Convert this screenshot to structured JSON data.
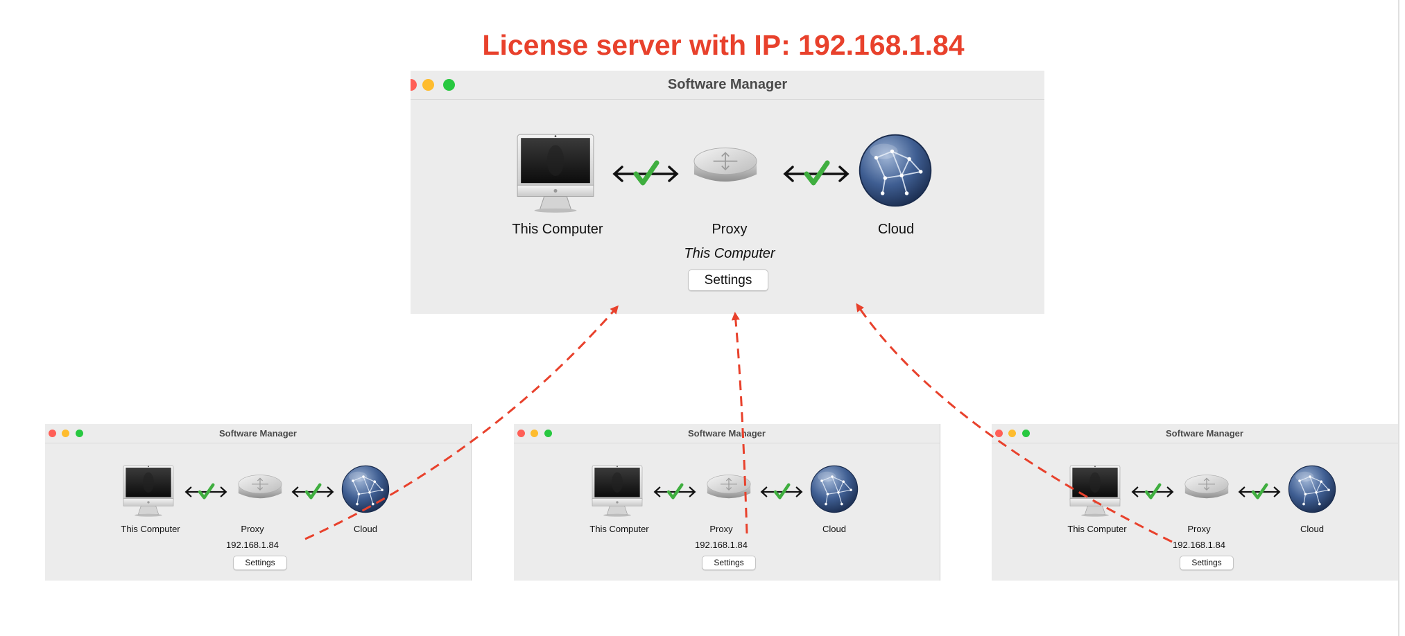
{
  "headline": "License server with IP: 192.168.1.84",
  "main_window": {
    "title": "Software Manager",
    "computer_label": "This Computer",
    "proxy_label": "Proxy",
    "proxy_value": "This Computer",
    "cloud_label": "Cloud",
    "settings_label": "Settings"
  },
  "client_windows": [
    {
      "title": "Software Manager",
      "computer_label": "This Computer",
      "proxy_label": "Proxy",
      "proxy_value": "192.168.1.84",
      "cloud_label": "Cloud",
      "settings_label": "Settings"
    },
    {
      "title": "Software Manager",
      "computer_label": "This Computer",
      "proxy_label": "Proxy",
      "proxy_value": "192.168.1.84",
      "cloud_label": "Cloud",
      "settings_label": "Settings"
    },
    {
      "title": "Software Manager",
      "computer_label": "This Computer",
      "proxy_label": "Proxy",
      "proxy_value": "192.168.1.84",
      "cloud_label": "Cloud",
      "settings_label": "Settings"
    }
  ],
  "colors": {
    "accent": "#e8412c",
    "window_bg": "#ececec",
    "traffic_close": "#ff5f57",
    "traffic_minimize": "#febc2e",
    "traffic_zoom": "#28c840",
    "check": "#3fae3f"
  },
  "icons": [
    "imac-icon",
    "router-icon",
    "globe-icon",
    "bidirectional-arrow-icon",
    "checkmark-icon",
    "close-icon",
    "minimize-icon",
    "zoom-icon"
  ]
}
